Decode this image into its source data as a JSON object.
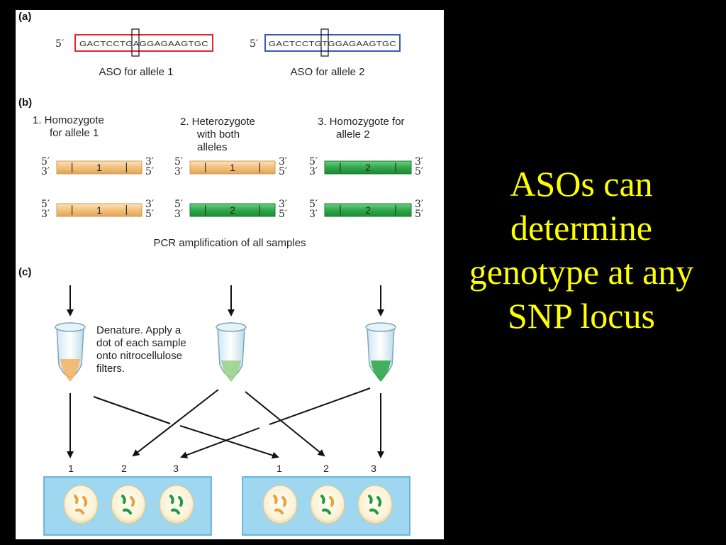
{
  "slide": {
    "title": "ASOs can determine genotype at any SNP locus"
  },
  "panel_a": {
    "label": "(a)",
    "aso1": {
      "prime": "5′",
      "sequence": "GACTCCTGAGGAGAAGTGC",
      "caption": "ASO for allele 1",
      "box_color": "#e8262a"
    },
    "aso2": {
      "prime": "5′",
      "sequence": "GACTCCTGTGGAGAAGTGC",
      "caption": "ASO for allele 2",
      "box_color": "#3a58b8"
    }
  },
  "panel_b": {
    "label": "(b)",
    "samples": [
      {
        "title_lines": [
          "1. Homozygote",
          "for allele 1"
        ],
        "bars": [
          "1",
          "1"
        ]
      },
      {
        "title_lines": [
          "2. Heterozygote",
          "with both",
          "alleles"
        ],
        "bars": [
          "1",
          "2"
        ]
      },
      {
        "title_lines": [
          "3. Homozygote for",
          "allele 2"
        ],
        "bars": [
          "2",
          "2"
        ]
      }
    ],
    "ends": {
      "top_left": "5′",
      "bottom_left": "3′",
      "top_right": "3′",
      "bottom_right": "5′"
    },
    "caption": "PCR amplification of all samples",
    "allele_colors": {
      "1": "#f5c98a",
      "2": "#2fa84a"
    }
  },
  "panel_c": {
    "label": "(c)",
    "instruction_lines": [
      "Denature. Apply a",
      "dot of each sample",
      "onto nitrocellulose",
      "filters."
    ],
    "filter_left_numbers": [
      "1",
      "2",
      "3"
    ],
    "filter_right_numbers": [
      "1",
      "2",
      "3"
    ],
    "filter_color": "#9fd7f0"
  }
}
